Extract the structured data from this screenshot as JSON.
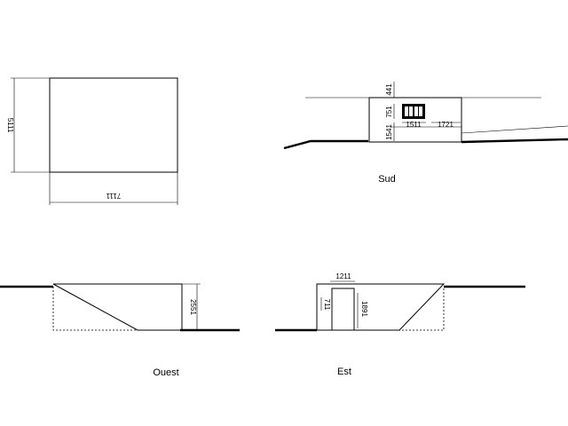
{
  "plan": {
    "dim_width": "7111",
    "dim_height": "5111"
  },
  "sud": {
    "title": "Sud",
    "dim_top": "441",
    "dim_window_h": "751",
    "dim_lower": "1541",
    "dim_window_w": "1511",
    "dim_right": "1721"
  },
  "ouest": {
    "title": "Ouest",
    "dim_height": "2551"
  },
  "est": {
    "title": "Est",
    "dim_door_w": "1211",
    "dim_door_h": "1891",
    "dim_left": "711"
  }
}
